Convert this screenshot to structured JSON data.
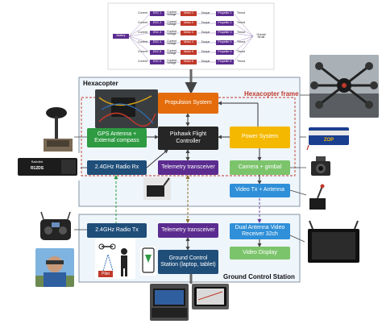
{
  "top_chart": {
    "battery_label": "Battery",
    "esc_labels": [
      "ESC 1",
      "ESC 2",
      "ESC 3",
      "ESC 4",
      "ESC 5",
      "ESC 6"
    ],
    "motor_labels": [
      "Motor 1",
      "Motor 2",
      "Motor 3",
      "Motor 4",
      "Motor 5",
      "Motor 6"
    ],
    "propeller_labels": [
      "Propeller 1",
      "Propeller 2",
      "Propeller 3",
      "Propeller 4",
      "Propeller 5",
      "Propeller 6"
    ],
    "current_label": "Current",
    "current_voltage_label": "Current voltage",
    "torque_label": "Torque",
    "thrust_label": "Thrust",
    "overall_label": "Overall thrust"
  },
  "hexacopter": {
    "title": "Hexacopter",
    "frame_label": "Hexacopter frame",
    "propulsion": "Propulsion System",
    "pixhawk": "Pixhawk Flight Controller",
    "gps": "GPS Antenna + External compass",
    "power": "Power System",
    "radio_rx": "2.4GHz Radio Rx",
    "telemetry": "Telemetry transceiver",
    "camera": "Camera + gimbal",
    "video_tx": "Video Tx + Antenna"
  },
  "gcs": {
    "title": "Ground Control Station",
    "radio_tx": "2.4GHz Radio Tx",
    "telemetry": "Telemetry transceiver",
    "station": "Ground Control Station (laptop, tablet)",
    "video_rx": "Dual Antenna Video Receiver 32ch",
    "video_display": "Video Display",
    "pilot": "Pilot"
  },
  "photos": {
    "receiver_brand": "Radiolink",
    "receiver_model": "R12DS",
    "battery_brand": "ZOP"
  },
  "colors": {
    "orange": "#e46c0a",
    "green": "#2e9a42",
    "dark": "#262626",
    "yellow": "#f5b800",
    "navy": "#1f4e79",
    "purple": "#5b2c8f",
    "light_blue": "#2f8fd8",
    "light_green": "#7cc46b",
    "frame_dash": "#c0392b"
  }
}
